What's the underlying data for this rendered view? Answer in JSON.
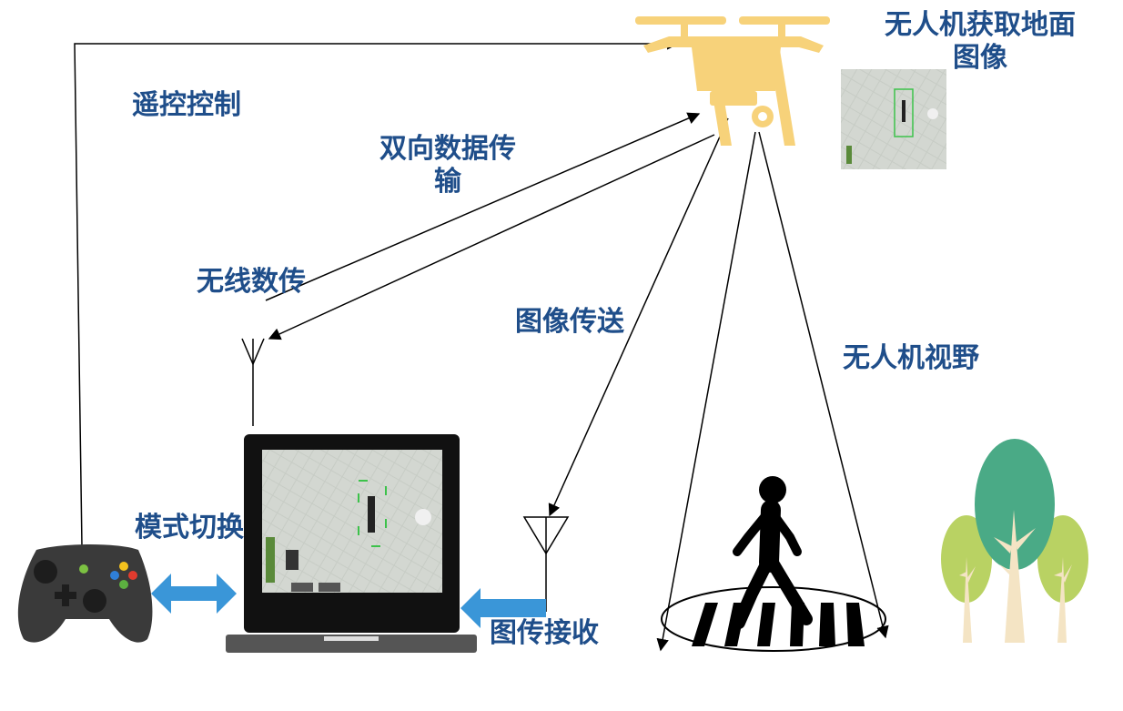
{
  "labels": {
    "remote_control": "遥控控制",
    "bidirectional_line1": "双向数据传",
    "bidirectional_line2": "输",
    "wireless_radio": "无线数传",
    "image_transmission": "图像传送",
    "drone_capture_line1": "无人机获取地面",
    "drone_capture_line2": "图像",
    "drone_view": "无人机视野",
    "mode_switch": "模式切换",
    "image_receive": "图传接收"
  },
  "colors": {
    "label_text": "#1f4e8a",
    "drone": "#f7d27a",
    "blue_arrow": "#3a96d8",
    "tree_green": "#4aaa86",
    "tree_light": "#b9d263",
    "trunk": "#f4e4c4",
    "controller": "#3a3a3a",
    "screen_bg": "#c9cdc6"
  },
  "icons": {
    "drone": "drone-icon",
    "gamepad": "gamepad-icon",
    "laptop": "laptop-icon",
    "antenna": "antenna-icon",
    "pedestrian": "pedestrian-icon",
    "trees": "trees-icon"
  }
}
